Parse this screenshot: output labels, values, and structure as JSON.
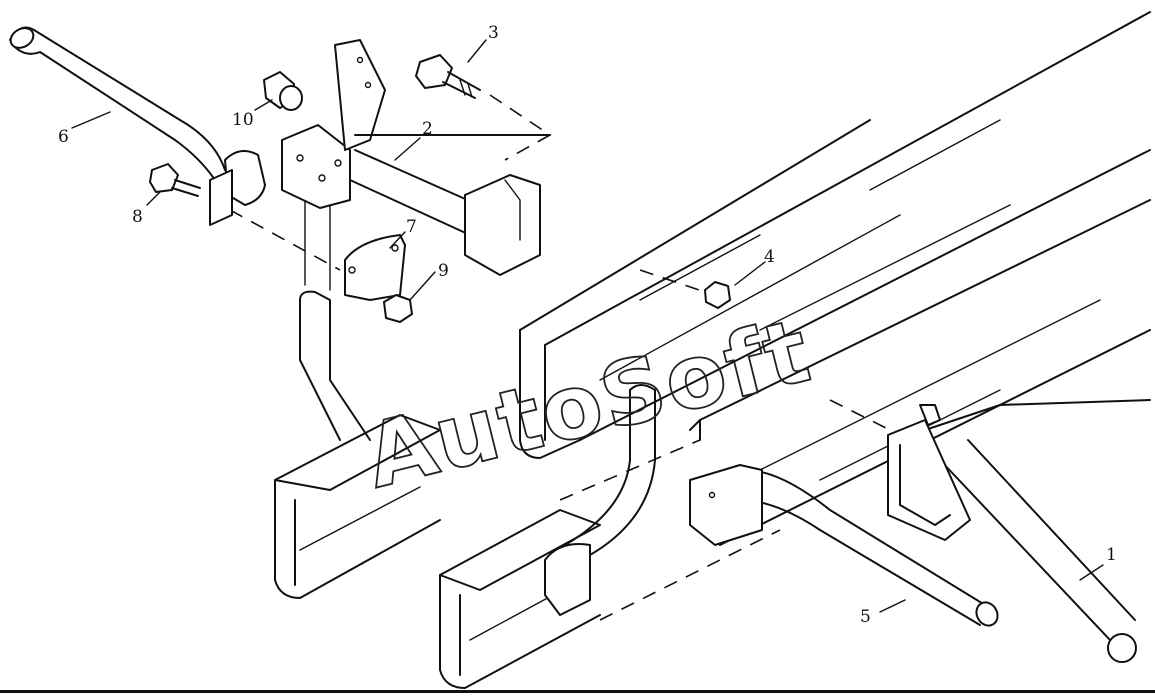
{
  "watermark": "AutoSoft",
  "callouts": [
    {
      "id": "1",
      "text": "1"
    },
    {
      "id": "2",
      "text": "2"
    },
    {
      "id": "3",
      "text": "3"
    },
    {
      "id": "4",
      "text": "4"
    },
    {
      "id": "5",
      "text": "5"
    },
    {
      "id": "6",
      "text": "6"
    },
    {
      "id": "7",
      "text": "7"
    },
    {
      "id": "8",
      "text": "8"
    },
    {
      "id": "9",
      "text": "9"
    },
    {
      "id": "10",
      "text": "10"
    }
  ]
}
